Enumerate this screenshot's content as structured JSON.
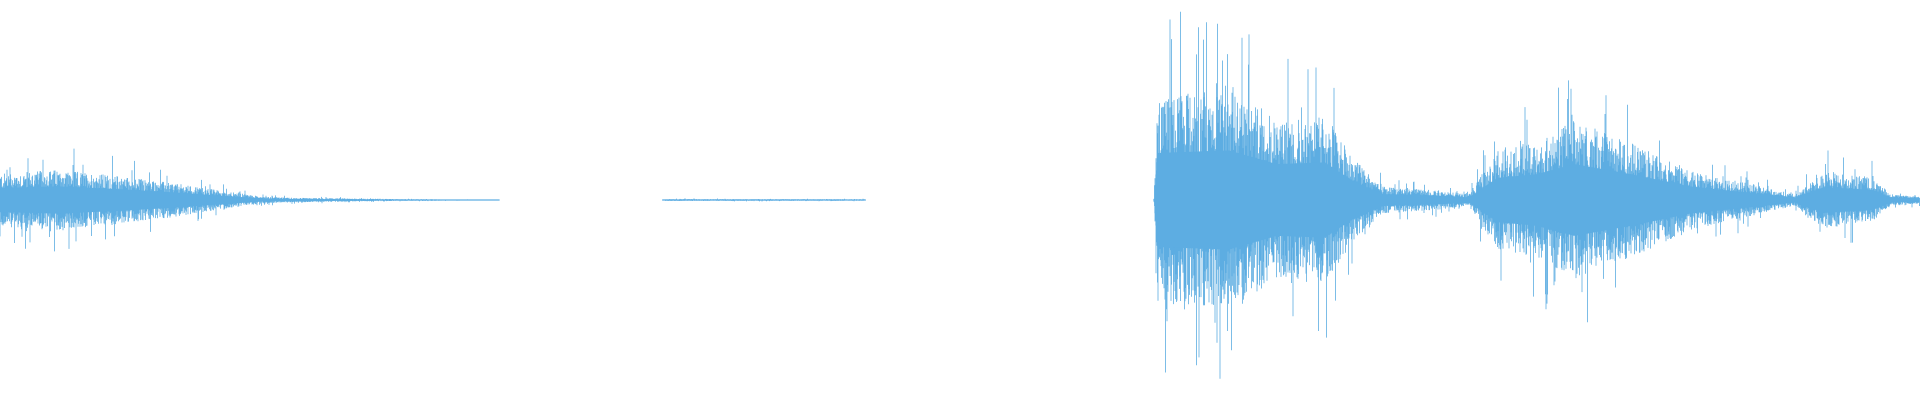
{
  "waveform": {
    "color": "#5dade2",
    "background": "#ffffff",
    "envelope": [
      {
        "t": 0.0,
        "amp": 0.14
      },
      {
        "t": 0.03,
        "amp": 0.16
      },
      {
        "t": 0.06,
        "amp": 0.13
      },
      {
        "t": 0.09,
        "amp": 0.09
      },
      {
        "t": 0.115,
        "amp": 0.05
      },
      {
        "t": 0.135,
        "amp": 0.02
      },
      {
        "t": 0.15,
        "amp": 0.012
      },
      {
        "t": 0.2,
        "amp": 0.006
      },
      {
        "t": 0.26,
        "amp": 0.0
      },
      {
        "t": 0.345,
        "amp": 0.0
      },
      {
        "t": 0.346,
        "amp": 0.005
      },
      {
        "t": 0.45,
        "amp": 0.004
      },
      {
        "t": 0.451,
        "amp": 0.0
      },
      {
        "t": 0.601,
        "amp": 0.0
      },
      {
        "t": 0.603,
        "amp": 0.55
      },
      {
        "t": 0.64,
        "amp": 0.58
      },
      {
        "t": 0.665,
        "amp": 0.42
      },
      {
        "t": 0.69,
        "amp": 0.44
      },
      {
        "t": 0.705,
        "amp": 0.22
      },
      {
        "t": 0.72,
        "amp": 0.07
      },
      {
        "t": 0.75,
        "amp": 0.05
      },
      {
        "t": 0.765,
        "amp": 0.03
      },
      {
        "t": 0.78,
        "amp": 0.26
      },
      {
        "t": 0.8,
        "amp": 0.3
      },
      {
        "t": 0.82,
        "amp": 0.42
      },
      {
        "t": 0.85,
        "amp": 0.3
      },
      {
        "t": 0.88,
        "amp": 0.16
      },
      {
        "t": 0.905,
        "amp": 0.1
      },
      {
        "t": 0.935,
        "amp": 0.03
      },
      {
        "t": 0.95,
        "amp": 0.15
      },
      {
        "t": 0.975,
        "amp": 0.12
      },
      {
        "t": 0.985,
        "amp": 0.03
      },
      {
        "t": 1.0,
        "amp": 0.02
      }
    ]
  }
}
